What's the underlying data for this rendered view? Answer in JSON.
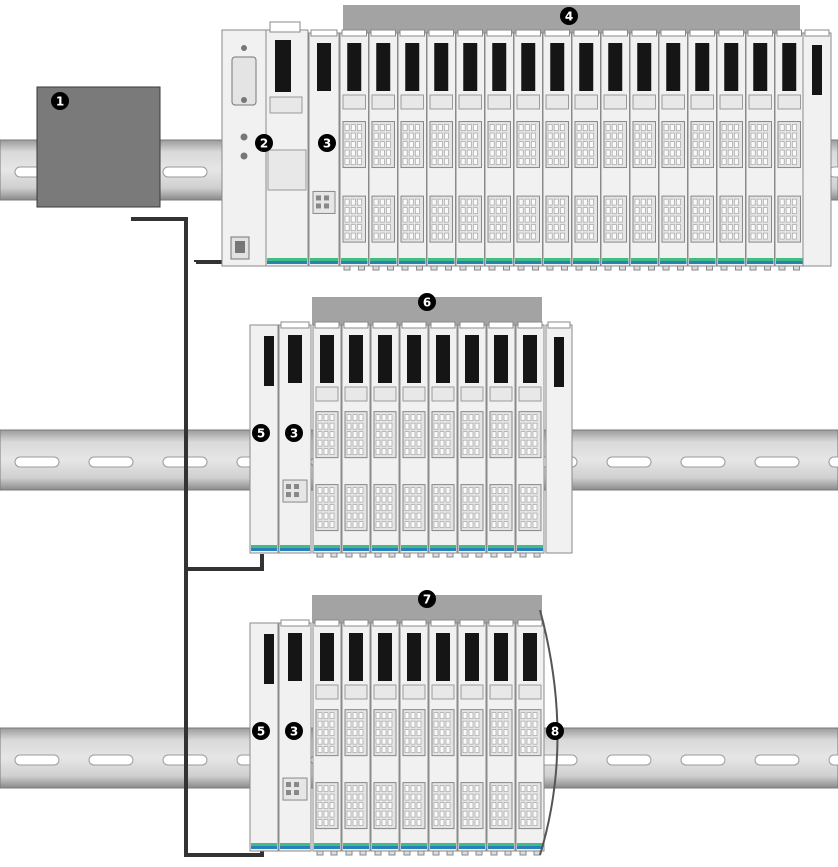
{
  "callouts": [
    {
      "id": "1",
      "label": "1"
    },
    {
      "id": "2",
      "label": "2"
    },
    {
      "id": "3",
      "label": "3"
    },
    {
      "id": "4",
      "label": "4"
    },
    {
      "id": "5",
      "label": "5"
    },
    {
      "id": "6",
      "label": "6"
    },
    {
      "id": "7",
      "label": "7"
    },
    {
      "id": "8",
      "label": "8"
    }
  ],
  "colors": {
    "rail": "#c7c7c7",
    "rail_dark": "#8f8f8f",
    "module_body": "#f1f1f1",
    "module_edge": "#8a8a8a",
    "module_window": "#151515",
    "stripe_green": "#3fbf7f",
    "stripe_blue": "#2a7fbf",
    "cable": "#333333",
    "controller": "#7a7a7a",
    "badge": "#000000",
    "bar_gray": "#a0a0a0"
  }
}
